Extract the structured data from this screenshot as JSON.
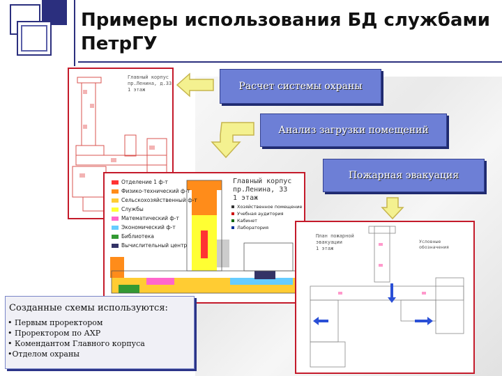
{
  "title": {
    "line1": "Примеры использования БД службами",
    "line2": "ПетрГУ"
  },
  "badges": {
    "security": "Расчет системы охраны",
    "rooms": "Анализ загрузки помещений",
    "fire": "Пожарная эвакуация"
  },
  "plan_left": {
    "title_lines": [
      "Главный корпус",
      "пр.Ленина, д.33",
      "1 этаж"
    ]
  },
  "plan_center": {
    "title_lines": [
      "Главный корпус",
      "пр.Ленина, 33",
      "1 этаж"
    ],
    "legend": [
      {
        "label": "Отделение 1 ф-т",
        "color": "#ff3333"
      },
      {
        "label": "Физико-технический ф-т",
        "color": "#ff8c1a"
      },
      {
        "label": "Сельскохозяйственный ф-т",
        "color": "#ffcc33"
      },
      {
        "label": "Службы",
        "color": "#ffff33"
      },
      {
        "label": "Математический ф-т",
        "color": "#ff66cc"
      },
      {
        "label": "Экономический ф-т",
        "color": "#66ccff"
      },
      {
        "label": "Библиотека",
        "color": "#339933"
      },
      {
        "label": "Вычислительный центр",
        "color": "#333366"
      }
    ],
    "markers": [
      {
        "label": "Хозяйственное помещение",
        "color": "#333333"
      },
      {
        "label": "Учебная аудитория",
        "color": "#cc0000"
      },
      {
        "label": "Кабинет",
        "color": "#006600"
      },
      {
        "label": "Лаборатория",
        "color": "#003399"
      }
    ]
  },
  "plan_right": {
    "title_lines": [
      "План пожарной",
      "эвакуации",
      "1 этаж"
    ],
    "legend_title": [
      "Условные",
      "обозначения"
    ]
  },
  "info": {
    "heading": "Созданные схемы используются:",
    "items": [
      "• Первым проректором",
      "• Проректором по АХР",
      "• Комендантом Главного корпуса",
      "•Отделом охраны"
    ]
  },
  "colors": {
    "accent": "#2b2f7e",
    "badge": "#6d7fd6",
    "arrow": "#f4f190"
  }
}
